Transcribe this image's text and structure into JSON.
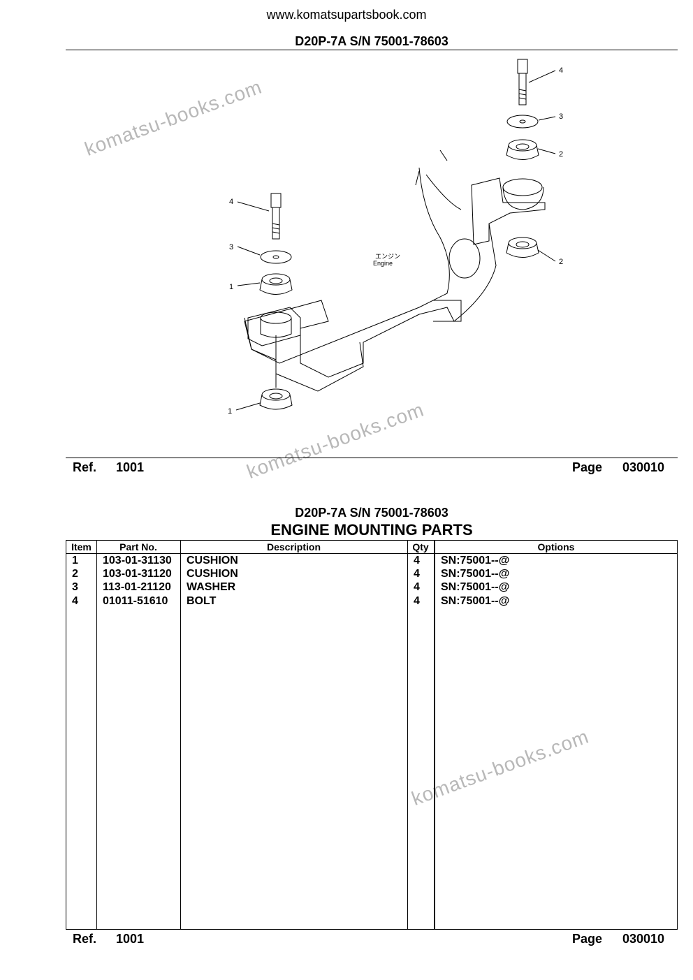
{
  "header": {
    "site_url": "www.komatsupartsbook.com",
    "model_serial": "D20P-7A S/N 75001-78603"
  },
  "watermark": "komatsu-books.com",
  "diagram": {
    "engine_label_jp": "エンジン",
    "engine_label": "Engine",
    "callouts": [
      "1",
      "1",
      "2",
      "2",
      "3",
      "3",
      "4",
      "4"
    ]
  },
  "footer": {
    "ref_label": "Ref.",
    "ref_value": "1001",
    "page_label": "Page",
    "page_value": "030010"
  },
  "section": {
    "model_serial": "D20P-7A S/N 75001-78603",
    "title": "ENGINE MOUNTING PARTS"
  },
  "table": {
    "headers": {
      "item": "Item",
      "part_no": "Part No.",
      "description": "Description",
      "qty": "Qty",
      "options": "Options"
    },
    "rows": [
      {
        "item": "1",
        "part_no": "103-01-31130",
        "description": "CUSHION",
        "qty": "4",
        "options": "SN:75001--@"
      },
      {
        "item": "2",
        "part_no": "103-01-31120",
        "description": "CUSHION",
        "qty": "4",
        "options": "SN:75001--@"
      },
      {
        "item": "3",
        "part_no": "113-01-21120",
        "description": "WASHER",
        "qty": "4",
        "options": "SN:75001--@"
      },
      {
        "item": "4",
        "part_no": "01011-51610",
        "description": "BOLT",
        "qty": "4",
        "options": "SN:75001--@"
      }
    ]
  }
}
